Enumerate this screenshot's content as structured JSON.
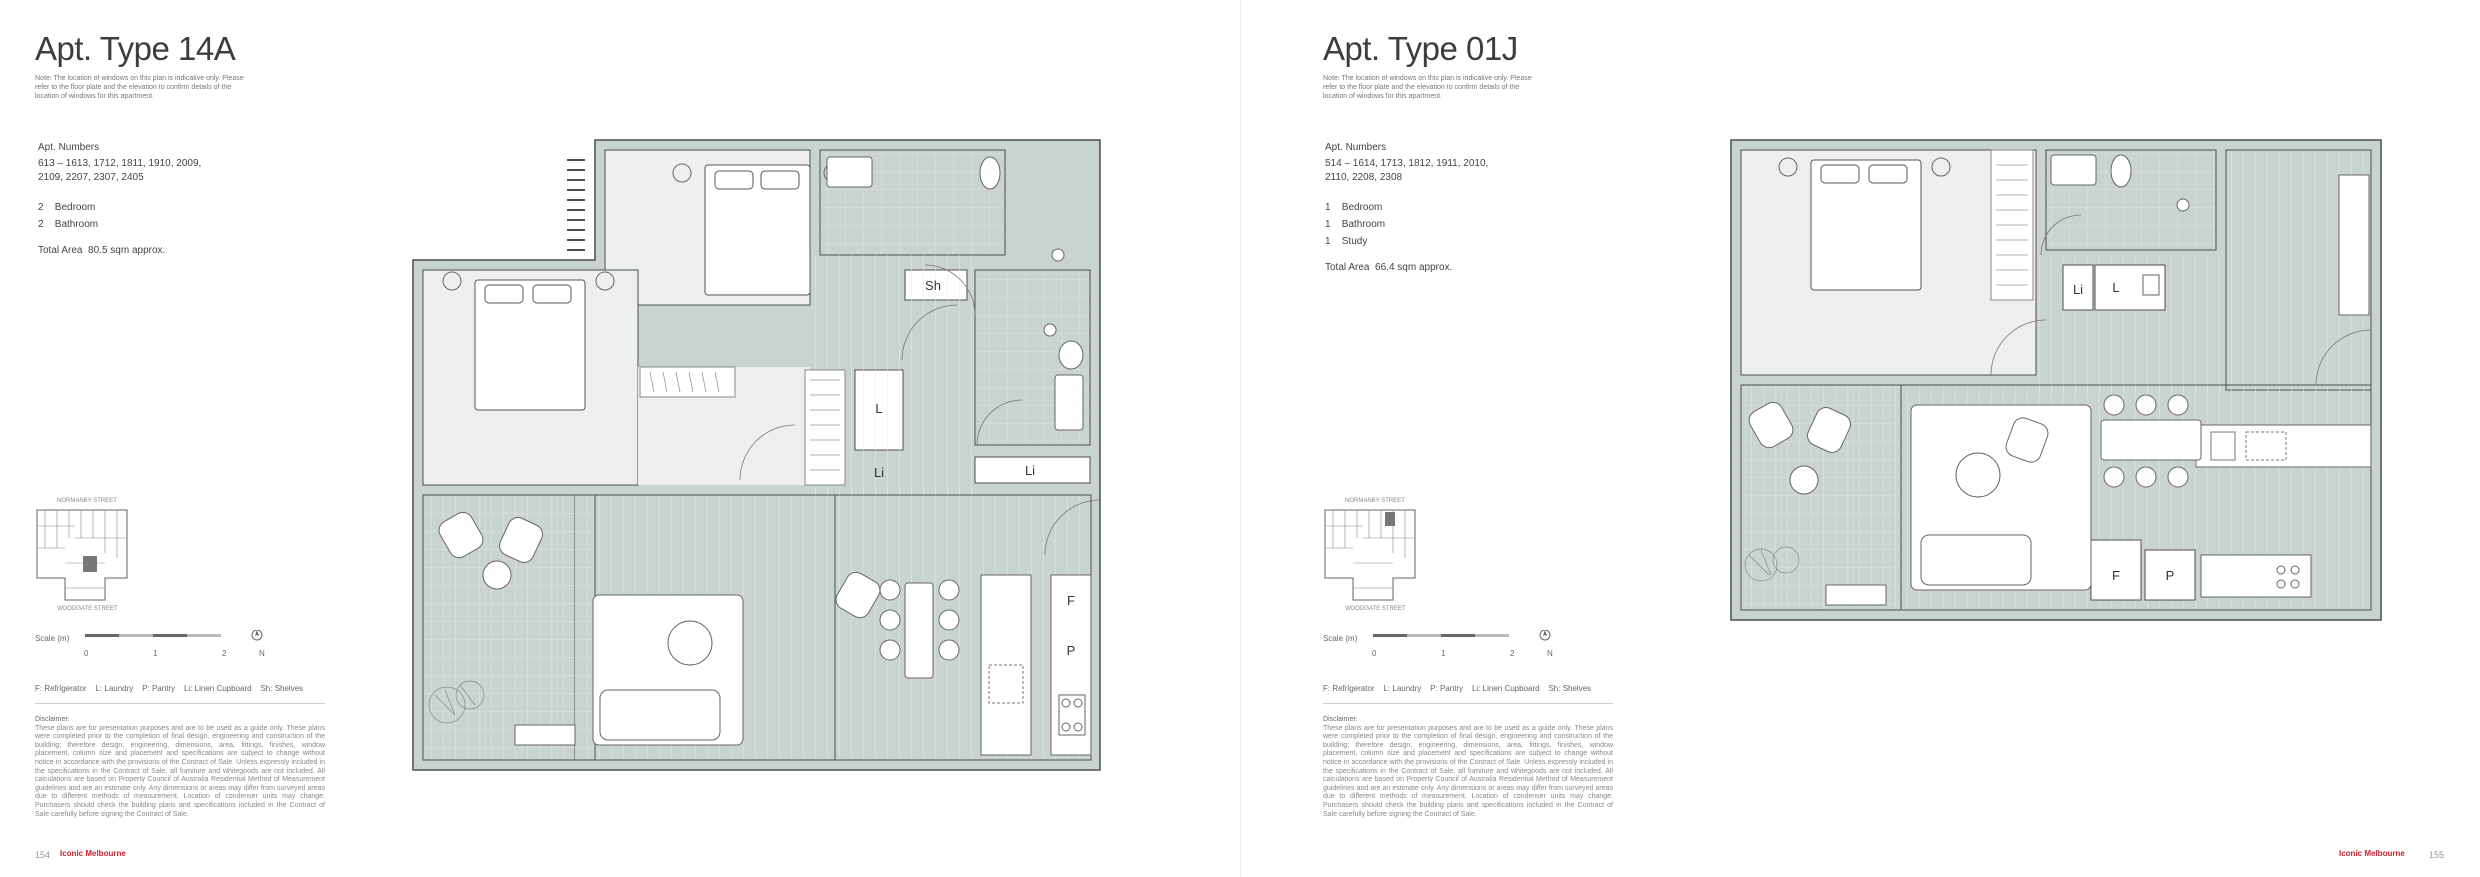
{
  "left": {
    "title": "Apt. Type 14A",
    "note": "Note: The location of windows on this plan is indicative only. Please refer to the floor plate and the elevation to confirm details of the location of windows for this apartment.",
    "apt_numbers_label": "Apt. Numbers",
    "apt_numbers": "613 – 1613, 1712, 1811, 1910, 2009, 2109, 2207, 2307, 2405",
    "rooms": [
      {
        "count": "2",
        "label": "Bedroom"
      },
      {
        "count": "2",
        "label": "Bathroom"
      }
    ],
    "total_area_label": "Total Area",
    "total_area": "80.5 sqm approx.",
    "page_number": "154",
    "plan_labels": {
      "sh": "Sh",
      "l": "L",
      "li1": "Li",
      "li2": "Li",
      "f": "F",
      "p": "P"
    }
  },
  "right": {
    "title": "Apt. Type 01J",
    "note": "Note: The location of windows on this plan is indicative only. Please refer to the floor plate and the elevation to confirm details of the location of windows for this apartment.",
    "apt_numbers_label": "Apt. Numbers",
    "apt_numbers": "514 – 1614, 1713, 1812, 1911, 2010, 2110, 2208, 2308",
    "rooms": [
      {
        "count": "1",
        "label": "Bedroom"
      },
      {
        "count": "1",
        "label": "Bathroom"
      },
      {
        "count": "1",
        "label": "Study"
      }
    ],
    "total_area_label": "Total Area",
    "total_area": "66.4 sqm approx.",
    "page_number": "155",
    "plan_labels": {
      "li": "Li",
      "l": "L",
      "f": "F",
      "p": "P"
    }
  },
  "keyplan": {
    "top_street": "NORMANBY STREET",
    "bottom_street": "WOODGATE STREET"
  },
  "scale": {
    "label": "Scale (m)",
    "ticks": [
      "0",
      "1",
      "2"
    ],
    "north": "N"
  },
  "legend": [
    "F: Refrigerator",
    "L: Laundry",
    "P: Pantry",
    "Li: Linen Cupboard",
    "Sh: Shelves"
  ],
  "disclaimer_heading": "Disclaimer:",
  "disclaimer": "These plans are for presentation purposes and are to be used as a guide only. These plans were completed prior to the completion of final design, engineering and construction of the building; therefore design, engineering, dimensions, area, fittings, finishes, window placement, column size and placement and specifications are subject to change without notice in accordance with the provisions of the Contract of Sale. Unless expressly included in the specifications in the Contract of Sale, all furniture and whitegoods are not included. All calculations are based on Property Council of Australia Residential Method of Measurement guidelines and are an estimate only. Any dimensions or areas may differ from surveyed areas due to different methods of measurement. Location of condenser units may change. Purchasers should check the building plans and specifications included in the Contract of Sale carefully before signing the Contract of Sale.",
  "brand": "Iconic Melbourne",
  "colors": {
    "wall": "#c9d3d0",
    "wall_stroke": "#4a4f4e",
    "floor_line": "#e3e6e5",
    "brand": "#d01e2e"
  }
}
